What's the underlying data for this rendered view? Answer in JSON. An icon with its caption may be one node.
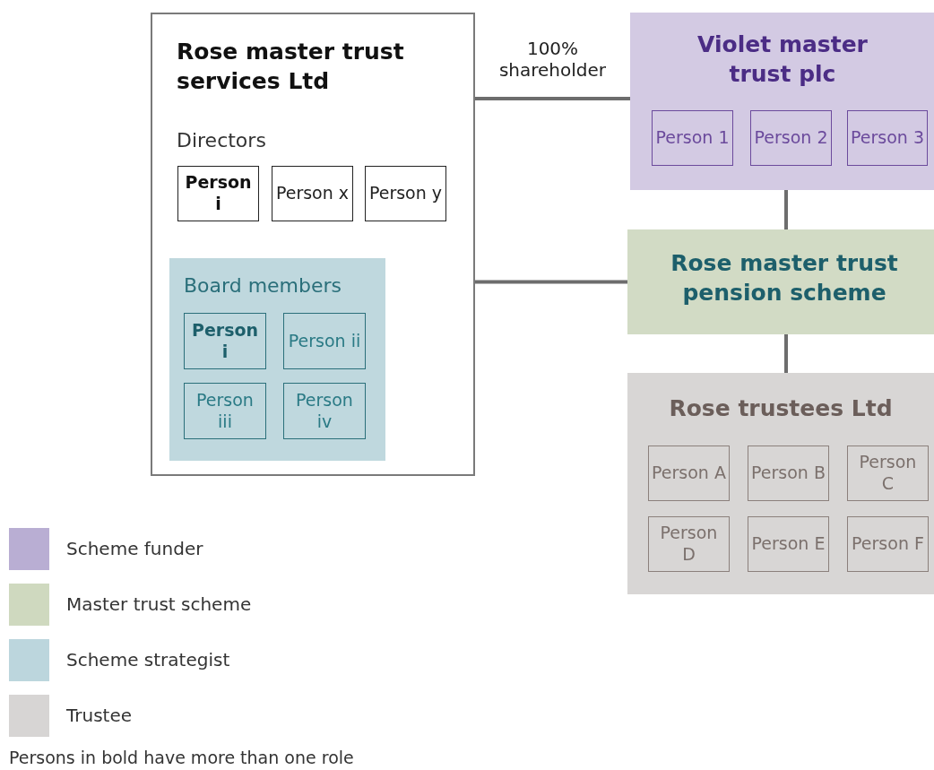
{
  "diagram": {
    "nodes": [
      {
        "text": [
          "Rose master trust services Ltd",
          "Directors"
        ]
      },
      {
        "text": [
          "Person i"
        ],
        "in": 0
      },
      {
        "text": [
          "Person x"
        ],
        "in": 0
      },
      {
        "text": [
          "Person y"
        ],
        "in": 0
      },
      {
        "text": [
          "Board members"
        ],
        "in": 0
      },
      {
        "text": [
          "Person i"
        ],
        "in": 4
      },
      {
        "text": [
          "Person ii"
        ],
        "in": 4
      },
      {
        "text": [
          "Person iii"
        ],
        "in": 4
      },
      {
        "text": [
          "Person iv"
        ],
        "in": 4
      },
      {
        "text": [
          "Violet master trust plc"
        ]
      },
      {
        "text": [
          "Person 1"
        ],
        "in": 9
      },
      {
        "text": [
          "Person 2"
        ],
        "in": 9
      },
      {
        "text": [
          "Person 3"
        ],
        "in": 9
      },
      {
        "text": [
          "Rose master trust pension scheme"
        ]
      },
      {
        "text": [
          "Rose trustees Ltd"
        ]
      },
      {
        "text": [
          "Person A"
        ],
        "in": 14
      },
      {
        "text": [
          "Person B"
        ],
        "in": 14
      },
      {
        "text": [
          "Person C"
        ],
        "in": 14
      },
      {
        "text": [
          "Person D"
        ],
        "in": 14
      },
      {
        "text": [
          "Person E"
        ],
        "in": 14
      },
      {
        "text": [
          "Person F"
        ],
        "in": 14
      }
    ],
    "edges": [
      {
        "from": 0,
        "to": 9,
        "arrow": "none",
        "label": "100% shareholder"
      },
      {
        "from": 0,
        "to": 13,
        "arrow": "none"
      },
      {
        "from": 9,
        "to": 13,
        "arrow": "none"
      },
      {
        "from": 13,
        "to": 14,
        "arrow": "none"
      }
    ],
    "labels": [
      "Persons in bold have more than one role"
    ],
    "legend": [
      {
        "text": "Scheme funder",
        "color": "#b9aed3"
      },
      {
        "text": "Master trust scheme",
        "color": "#cfd9bf"
      },
      {
        "text": "Scheme strategist",
        "color": "#bcd6dd"
      },
      {
        "text": "Trustee",
        "color": "#d7d5d4"
      }
    ]
  }
}
